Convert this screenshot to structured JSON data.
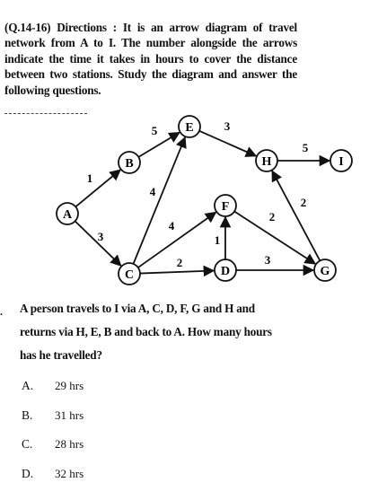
{
  "directions": "(Q.14-16) Directions : It is an arrow diagram of travel network from A to I. The number alongside the arrows indicate the time it takes in hours to cover the distance between two stations. Study the diagram and answer the following questions.",
  "diagram": {
    "nodes": [
      "A",
      "B",
      "C",
      "D",
      "E",
      "F",
      "G",
      "H",
      "I"
    ],
    "edges": [
      {
        "from": "A",
        "to": "B",
        "weight": "1"
      },
      {
        "from": "A",
        "to": "C",
        "weight": "3"
      },
      {
        "from": "B",
        "to": "E",
        "weight": "5"
      },
      {
        "from": "C",
        "to": "E",
        "weight": "4"
      },
      {
        "from": "C",
        "to": "F",
        "weight": "4"
      },
      {
        "from": "C",
        "to": "D",
        "weight": "2"
      },
      {
        "from": "D",
        "to": "F",
        "weight": "1"
      },
      {
        "from": "D",
        "to": "G",
        "weight": "3"
      },
      {
        "from": "E",
        "to": "H",
        "weight": "3"
      },
      {
        "from": "F",
        "to": "G",
        "weight": "2"
      },
      {
        "from": "G",
        "to": "H",
        "weight": "2"
      },
      {
        "from": "H",
        "to": "I",
        "weight": "5"
      }
    ]
  },
  "question": {
    "text": "A person travels to I via A, C, D, F, G and H and returns via H, E, B and back to A. How many hours has he travelled?",
    "options": [
      {
        "letter": "A.",
        "value": "29 hrs"
      },
      {
        "letter": "B.",
        "value": "31 hrs"
      },
      {
        "letter": "C.",
        "value": "28 hrs"
      },
      {
        "letter": "D.",
        "value": "32 hrs"
      }
    ]
  }
}
